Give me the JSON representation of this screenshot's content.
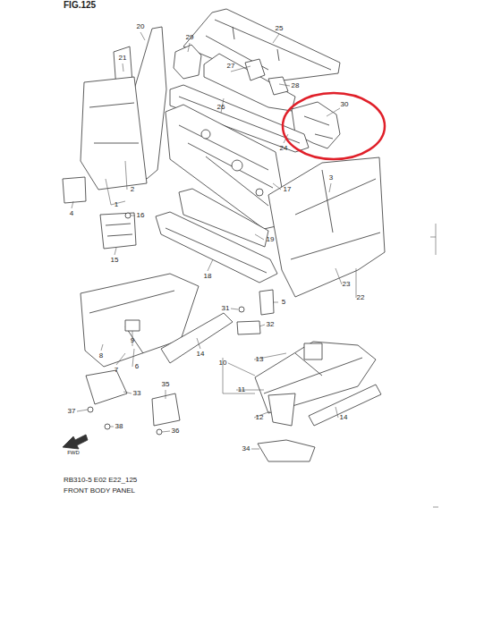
{
  "diagram": {
    "title": "FIG.125",
    "caption": "FRONT BODY PANEL",
    "labels": [
      "20",
      "21",
      "29",
      "25",
      "16",
      "27",
      "28",
      "30",
      "26",
      "24",
      "3",
      "17",
      "2",
      "1",
      "4",
      "15",
      "19",
      "18",
      "31",
      "5",
      "23",
      "22",
      "32",
      "14",
      "8",
      "7",
      "9",
      "6",
      "10",
      "13",
      "11",
      "33",
      "35",
      "12",
      "14",
      "37",
      "38",
      "36",
      "34",
      "FWD",
      "RB310-5 E02 E22_125"
    ]
  }
}
